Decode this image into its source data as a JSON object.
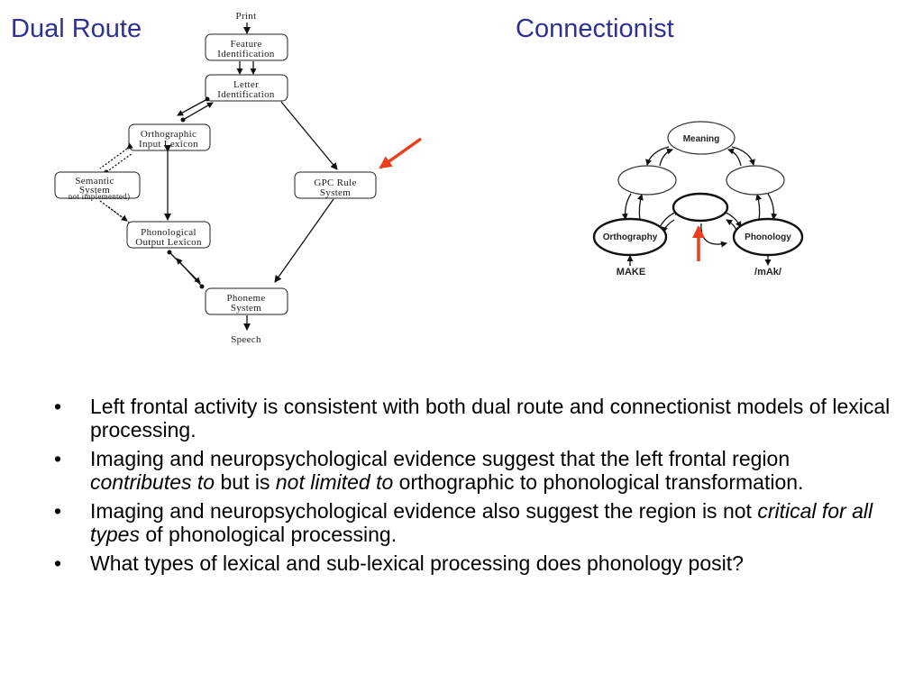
{
  "titles": {
    "left": "Dual Route",
    "right": "Connectionist"
  },
  "dual_route": {
    "print": "Print",
    "speech": "Speech",
    "feature": [
      "Feature",
      "Identification"
    ],
    "letter": [
      "Letter",
      "Identification"
    ],
    "orthographic": [
      "Orthographic",
      "Input Lexicon"
    ],
    "semantic": [
      "Semantic",
      "System",
      "not implemented)"
    ],
    "gpc": [
      "GPC Rule",
      "System"
    ],
    "phonological": [
      "Phonological",
      "Output Lexicon"
    ],
    "phoneme": [
      "Phoneme",
      "System"
    ]
  },
  "connectionist": {
    "meaning": "Meaning",
    "orthography": "Orthography",
    "phonology": "Phonology",
    "input": "MAKE",
    "output": "/mAk/"
  },
  "colors": {
    "title": "#2e3192",
    "pointer_arrow": "#e8401c"
  },
  "bullets": {
    "b1": "Left frontal activity is consistent with both dual route and connectionist models of lexical processing.",
    "b2_pre": "Imaging and neuropsychological evidence suggest that the left frontal region ",
    "b2_em1": "contributes to",
    "b2_mid": " but is ",
    "b2_em2": "not limited to",
    "b2_post": " orthographic to phonological transformation.",
    "b3_pre": "Imaging and neuropsychological evidence also suggest the region is not ",
    "b3_em": "critical for all types",
    "b3_post": " of phonological processing.",
    "b4": "What types of lexical and sub-lexical processing does phonology posit?"
  }
}
